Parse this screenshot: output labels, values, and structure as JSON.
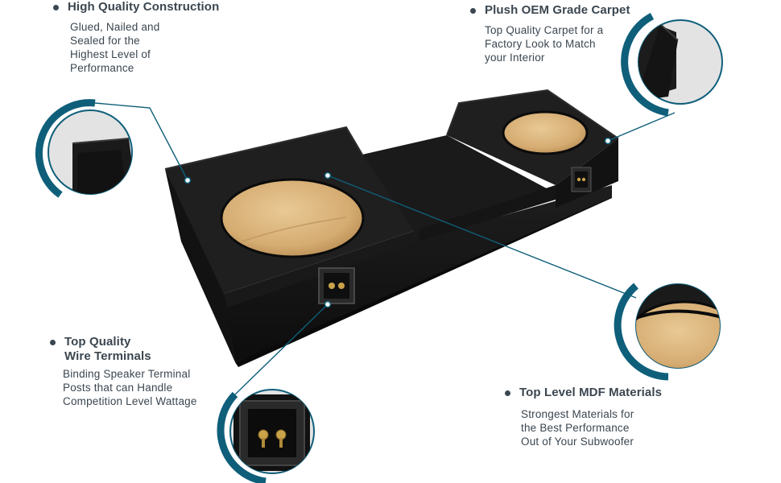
{
  "features": [
    {
      "title": "High Quality Construction",
      "description": [
        "Glued, Nailed and",
        "Sealed for the",
        "Highest Level of",
        "Performance"
      ]
    },
    {
      "title": "Plush OEM Grade Carpet",
      "description": [
        "Top Quality Carpet for a",
        "Factory Look to Match",
        "your Interior"
      ]
    },
    {
      "title_lines": [
        "Top Quality",
        "Wire Terminals"
      ],
      "description": [
        "Binding Speaker Terminal",
        "Posts that can Handle",
        "Competition Level Wattage"
      ]
    },
    {
      "title": "Top Level MDF Materials",
      "description": [
        "Strongest Materials for",
        "the Best Performance",
        "Out of  Your Subwoofer"
      ]
    }
  ],
  "colors": {
    "accent_teal": "#0f5f7a",
    "text": "#3b4650",
    "box_black": "#151515",
    "mdf_tan": "#d9b27a",
    "zoom_bg": "#e3e3e3"
  },
  "icons": [
    "bullet-dot-icon",
    "callout-connector-icon",
    "zoom-ring-icon"
  ]
}
